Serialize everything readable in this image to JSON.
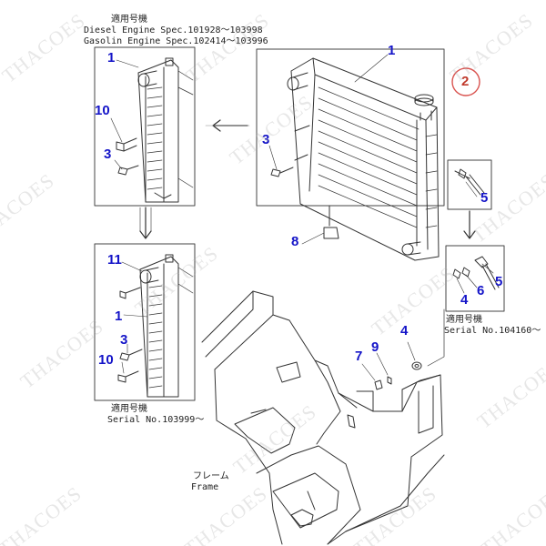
{
  "captions": {
    "top_left_title": "適用号機",
    "top_left_line1": "Diesel  Engine Spec.101928～103998",
    "top_left_line2": "Gasolin Engine Spec.102414～103996",
    "bottom_left_title": "適用号機",
    "bottom_left_serial": "Serial No.103999～",
    "right_title": "適用号機",
    "right_serial": "Serial No.104160～",
    "frame_jp": "フレーム",
    "frame_en": "Frame"
  },
  "callouts": {
    "main_1": "1",
    "main_2": "2",
    "main_3": "3",
    "main_8": "8",
    "tl_1": "1",
    "tl_10": "10",
    "tl_3": "3",
    "bl_11": "11",
    "bl_1": "1",
    "bl_3": "3",
    "bl_10": "10",
    "r_5a": "5",
    "r_4a": "4",
    "r_6": "6",
    "r_5b": "5",
    "f_7": "7",
    "f_9": "9",
    "f_4": "4"
  },
  "watermark": "THACOES",
  "colors": {
    "callout_blue": "#1414c8",
    "highlight_red": "#d9534f",
    "line": "#333333"
  }
}
